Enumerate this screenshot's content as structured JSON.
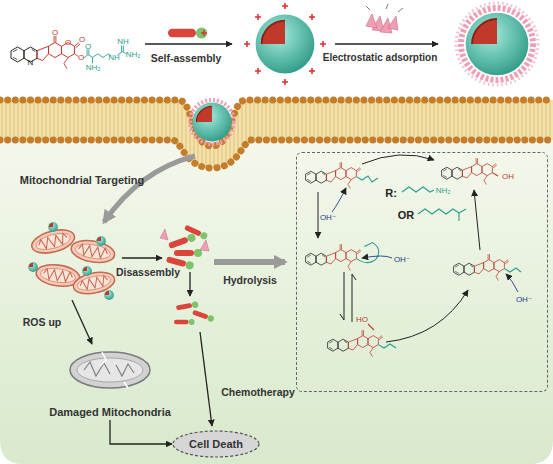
{
  "diagram": {
    "nodes": [
      {
        "text": [
          "R:",
          "OR"
        ]
      },
      {
        "text": [
          "Damaged Mitochondria"
        ]
      },
      {
        "text": [
          "Cell Death"
        ]
      }
    ],
    "edges": [
      {
        "from": 1,
        "to": 2,
        "arrow": "to"
      }
    ],
    "labels": [
      "Self-assembly",
      "Electrostatic adsorption",
      "Mitochondrial Targeting",
      "Disassembly",
      "Hydrolysis",
      "ROS up",
      "Chemotherapy",
      "O",
      "O",
      "O",
      "O",
      "O",
      "N",
      "NH₂",
      "NH",
      "NH",
      "NH₂",
      "OH⁻",
      "OH⁻",
      "OH⁻",
      "NH₂",
      "OH",
      "HO"
    ]
  }
}
